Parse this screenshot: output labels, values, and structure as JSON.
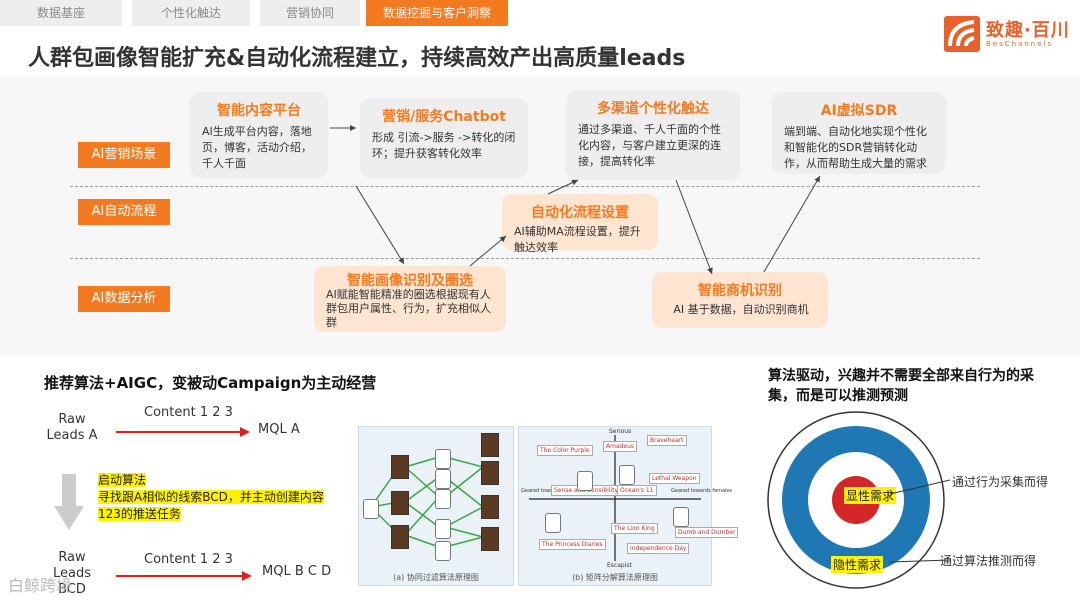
{
  "nav": {
    "steps": [
      "数据基座",
      "个性化触达",
      "营销协同",
      "数据挖掘与客户洞察"
    ],
    "active_index": 3,
    "accent": "#f47a20"
  },
  "logo": {
    "name": "致趣·百川",
    "sub": "BesChannels"
  },
  "title": "人群包画像智能扩充&自动化流程建立，持续高效产出高质量leads",
  "lanes": [
    "AI营销场景",
    "AI自动流程",
    "AI数据分析"
  ],
  "cards": {
    "platform": {
      "title": "智能内容平台",
      "body": "AI生成平台内容，落地页，博客，活动介绍，千人千面"
    },
    "chatbot": {
      "title": "营销/服务Chatbot",
      "body": "形成 引流->服务 ->转化的闭环；提升获客转化效率"
    },
    "multichannel": {
      "title": "多渠道个性化触达",
      "body": "通过多渠道、千人千面的个性化内容，与客户建立更深的连接，提高转化率"
    },
    "sdr": {
      "title": "AI虚拟SDR",
      "body": "端到端、自动化地实现个性化和智能化的SDR营销转化动作，从而帮助生成大量的需求"
    },
    "automation": {
      "title": "自动化流程设置",
      "body": "AI辅助MA流程设置，提升触达效率"
    },
    "portrait": {
      "title": "智能画像识别及圈选",
      "body": "AI赋能智能精准的圈选根据现有人群包用户属性、行为，扩充相似人群"
    },
    "opportunity": {
      "title": "智能商机识别",
      "body": "AI 基于数据，自动识别商机"
    }
  },
  "lower": {
    "title": "推荐算法+AIGC，变被动Campaign为主动经营",
    "raw_a": "Raw Leads A",
    "content_a": "Content 1 2 3",
    "mql_a": "MQL A",
    "highlight_title": "启动算法",
    "highlight_body": "寻找跟A相似的线索BCD，并主动创建内容123的推送任务",
    "raw_bcd": "Raw Leads BCD",
    "content_bcd": "Content 1 2 3",
    "mql_bcd": "MQL B C D"
  },
  "figures": {
    "left_caption": "(a) 协同过滤算法原理图",
    "right_caption": "(b) 矩阵分解算法原理图",
    "right_labels": [
      "Serious",
      "Escapist",
      "Geared towards males",
      "Geared towards females",
      "The Color Purple",
      "Amadeus",
      "Braveheart",
      "Sense and Sensibility",
      "Ocean's 11",
      "Lethal Weapon",
      "The Lion King",
      "The Princess Diaries",
      "Independence Day",
      "Dumb and Dumber"
    ]
  },
  "right": {
    "title": "算法驱动，兴趣并不需要全部来自行为的采集，而是可以推测预测",
    "explicit": "显性需求",
    "implicit": "隐性需求",
    "explicit_note": "通过行为采集而得",
    "implicit_note": "通过算法推测而得",
    "ring_colors": [
      "#1f77b4",
      "#ffffff",
      "#d62728"
    ]
  },
  "watermark": "白鲸跨境"
}
